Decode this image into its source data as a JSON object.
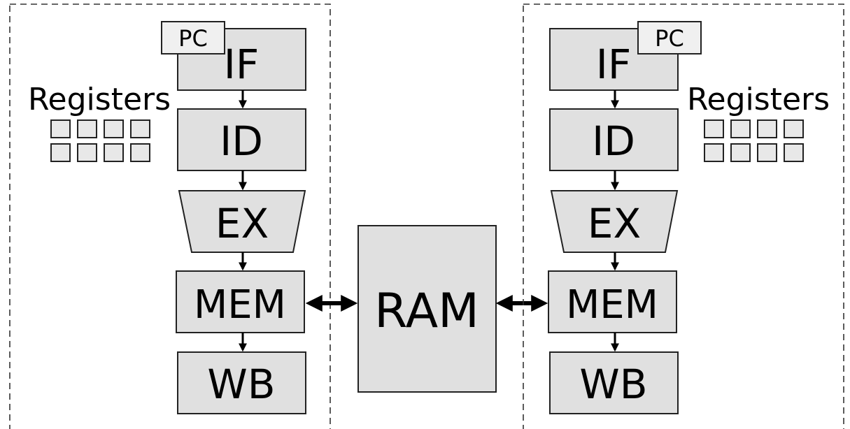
{
  "cores": [
    {
      "pc_label": "PC",
      "registers_label": "Registers",
      "stages": [
        "IF",
        "ID",
        "EX",
        "MEM",
        "WB"
      ]
    },
    {
      "pc_label": "PC",
      "registers_label": "Registers",
      "stages": [
        "IF",
        "ID",
        "EX",
        "MEM",
        "WB"
      ]
    }
  ],
  "memory": {
    "label": "RAM"
  }
}
